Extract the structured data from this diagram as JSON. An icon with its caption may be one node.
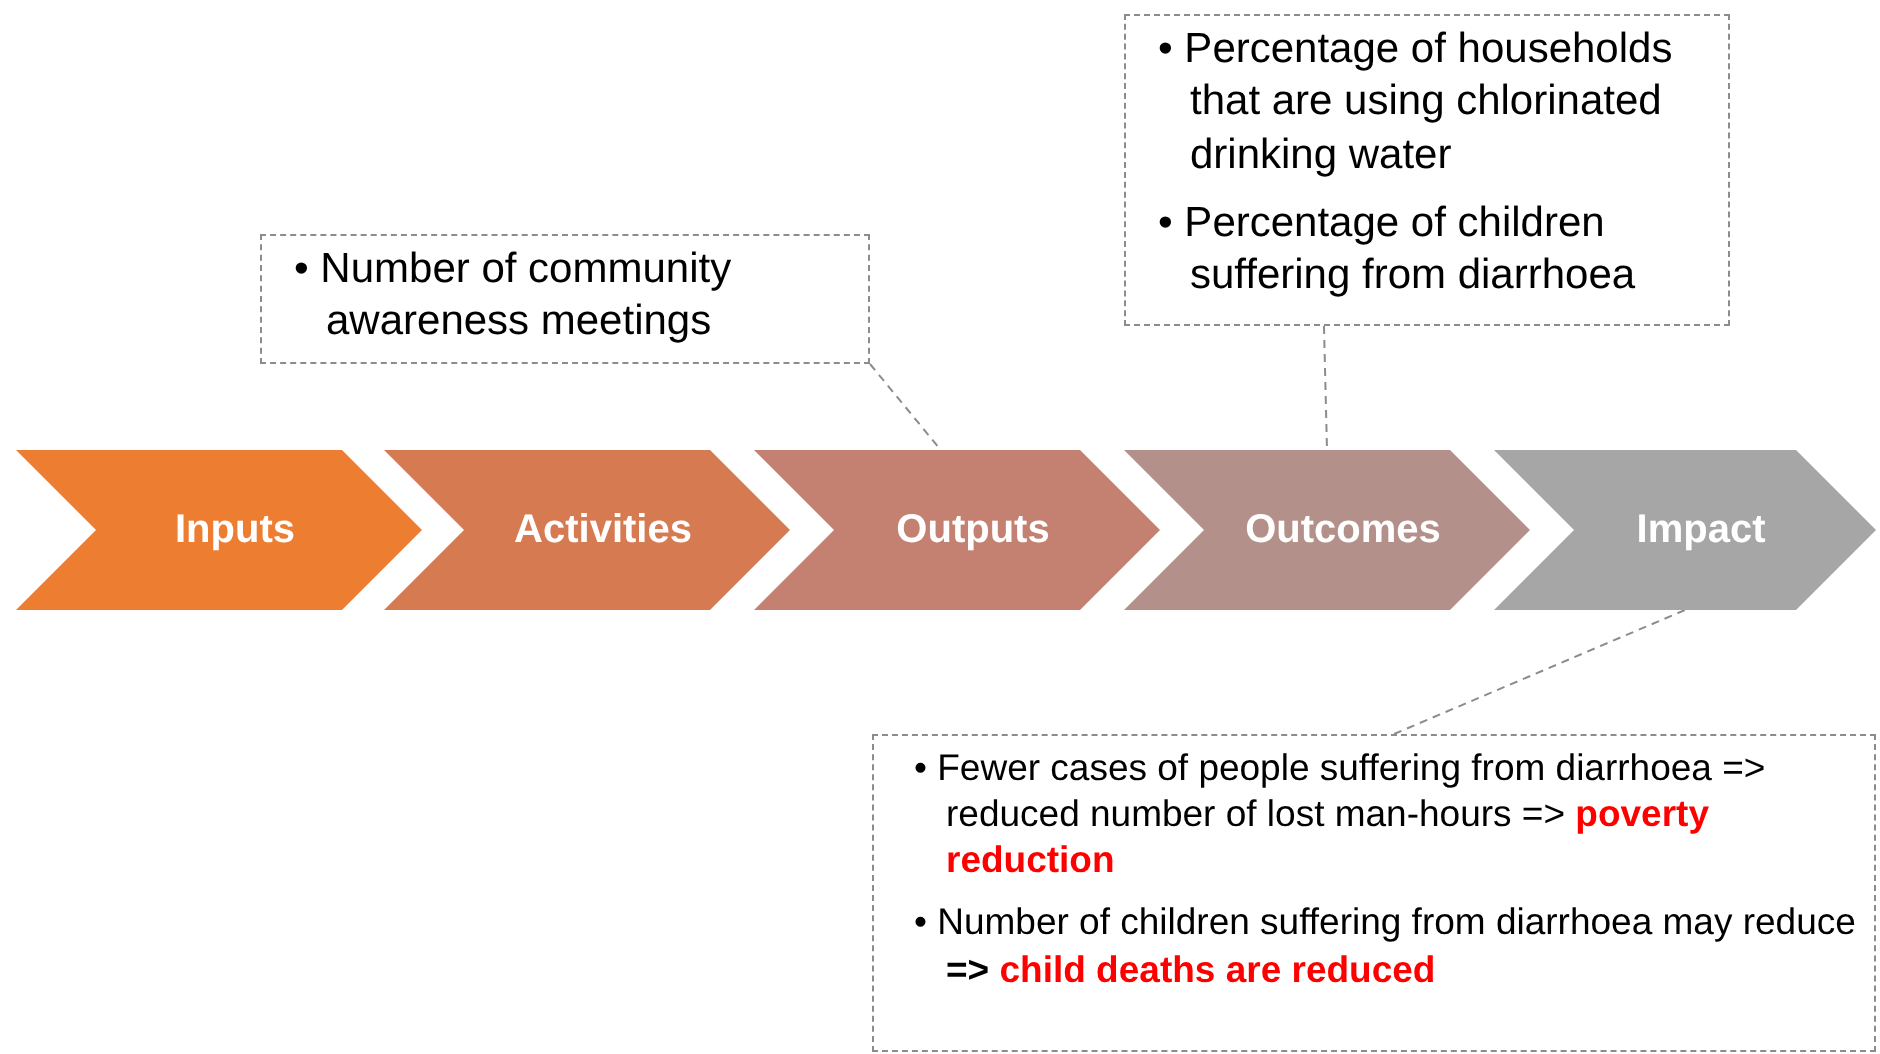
{
  "diagram": {
    "nodes": [
      {
        "text": [
          "Inputs"
        ]
      },
      {
        "text": [
          "Activities"
        ]
      },
      {
        "text": [
          "Outputs"
        ]
      },
      {
        "text": [
          "Outcomes"
        ]
      },
      {
        "text": [
          "Impact"
        ]
      },
      {
        "text": [
          "• Number of community awareness meetings"
        ]
      },
      {
        "text": [
          "• Percentage of households that are using chlorinated drinking water",
          "• Percentage of children suffering from diarrhoea"
        ]
      },
      {
        "text": [
          "• Fewer cases of people suffering from diarrhoea =>  reduced number of lost man-hours => **poverty reduction**",
          "• Number of children suffering from diarrhoea may reduce **=>**  **child deaths are reduced**"
        ]
      }
    ],
    "edges": [
      {
        "from": 5,
        "to": 2,
        "arrow": "none",
        "style": "dashed"
      },
      {
        "from": 6,
        "to": 3,
        "arrow": "none",
        "style": "dashed"
      },
      {
        "from": 7,
        "to": 4,
        "arrow": "none",
        "style": "dashed"
      }
    ]
  }
}
